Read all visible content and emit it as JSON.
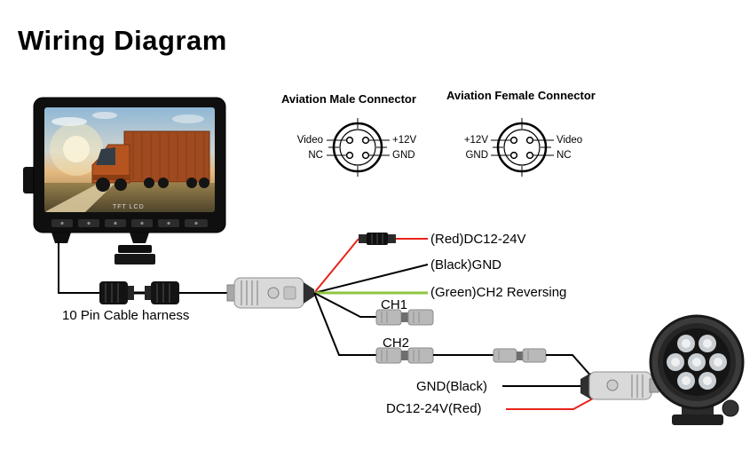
{
  "title": "Wiring Diagram",
  "monitor": {
    "screen_brand": "TFT LCD",
    "harness_label": "10 Pin Cable harness"
  },
  "connectors": {
    "male": {
      "title": "Aviation Male Connector",
      "top_left": "Video",
      "bottom_left": "NC",
      "top_right": "+12V",
      "bottom_right": "GND"
    },
    "female": {
      "title": "Aviation Female Connector",
      "top_left": "+12V",
      "bottom_left": "GND",
      "top_right": "Video",
      "bottom_right": "NC"
    }
  },
  "wires": {
    "power": "(Red)DC12-24V",
    "ground": "(Black)GND",
    "reversing": "(Green)CH2 Reversing",
    "ch1": "CH1",
    "ch2": "CH2",
    "light_ground": "GND(Black)",
    "light_power": "DC12-24V(Red)"
  },
  "colors": {
    "wire_red": "#e8231a",
    "wire_green": "#8dc63f",
    "wire_black": "#000000"
  }
}
